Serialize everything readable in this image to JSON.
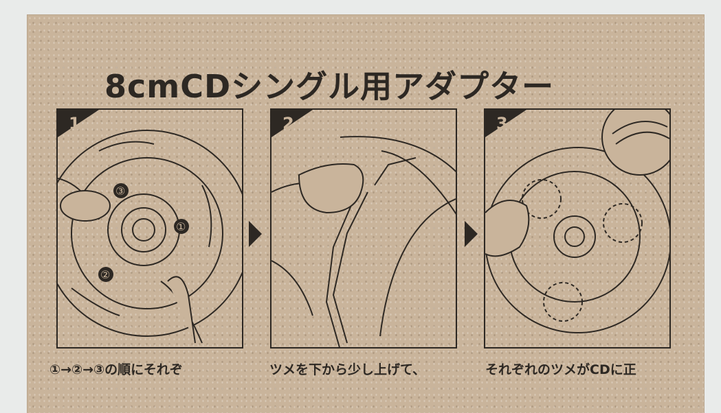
{
  "title": "8cmCDシングル用アダプター",
  "steps": [
    {
      "number": "1",
      "caption": "①→②→③の順にそれぞ",
      "markers": [
        "①",
        "②",
        "③"
      ]
    },
    {
      "number": "2",
      "caption": "ツメを下から少し上げて、"
    },
    {
      "number": "3",
      "caption": "それぞれのツメがCDに正"
    }
  ],
  "colors": {
    "ink": "#2d2823",
    "paper": "#c9b49b"
  }
}
